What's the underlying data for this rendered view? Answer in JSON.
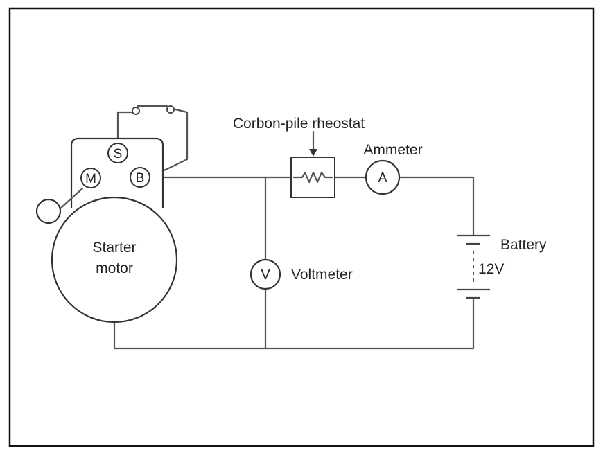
{
  "labels": {
    "rheostat": "Corbon-pile rheostat",
    "ammeter": "Ammeter",
    "battery": "Battery",
    "battery_voltage": "12V",
    "voltmeter": "Voltmeter",
    "starter_line1": "Starter",
    "starter_line2": "motor"
  },
  "terminals": {
    "s": "S",
    "m": "M",
    "b": "B"
  },
  "meters": {
    "ammeter_symbol": "A",
    "voltmeter_symbol": "V"
  },
  "colors": {
    "frame": "#111111",
    "wire": "#555555",
    "text": "#222222"
  }
}
